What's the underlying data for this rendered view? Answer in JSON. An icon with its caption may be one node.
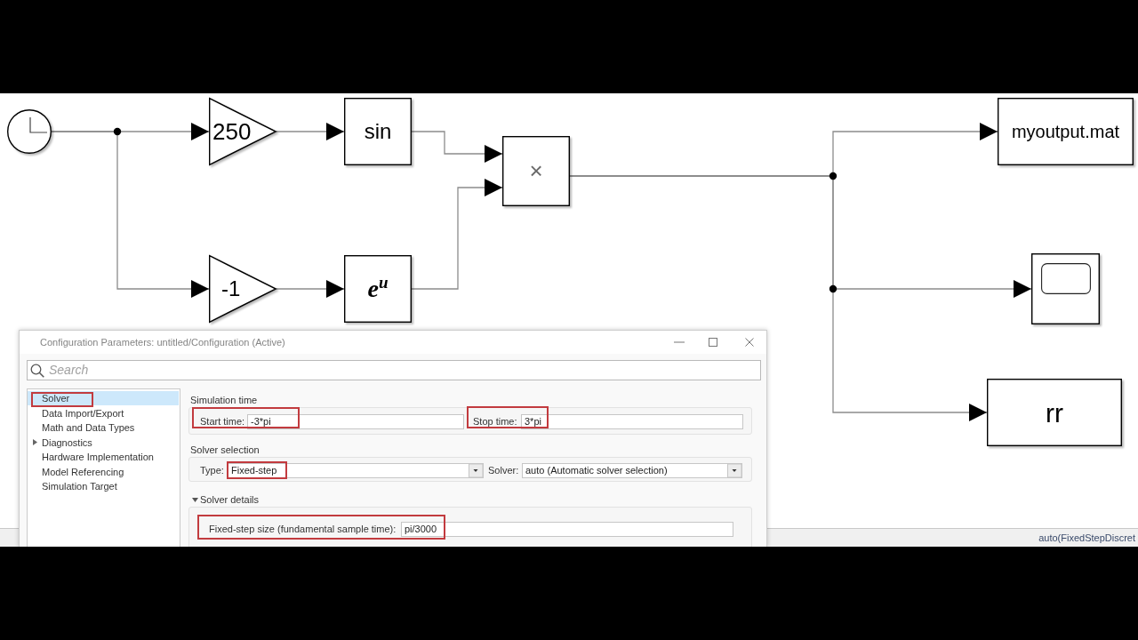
{
  "diagram": {
    "nodes": [
      {
        "text": [],
        "shape": "circle"
      },
      {
        "text": [
          "250"
        ]
      },
      {
        "text": [
          "sin"
        ]
      },
      {
        "text": [
          "-1"
        ]
      },
      {
        "text": [
          "e$^{u}$"
        ]
      },
      {
        "text": [
          "×"
        ]
      },
      {
        "text": [
          "myoutput.mat"
        ]
      },
      {
        "text": [],
        "shape": "box"
      },
      {
        "text": [
          "rr"
        ]
      }
    ],
    "edges": [
      {
        "from": 0,
        "to": 1,
        "arrow": "to"
      },
      {
        "from": 0,
        "to": 3,
        "arrow": "to"
      },
      {
        "from": 1,
        "to": 2,
        "arrow": "to"
      },
      {
        "from": 3,
        "to": 4,
        "arrow": "to"
      },
      {
        "from": 2,
        "to": 5,
        "arrow": "to"
      },
      {
        "from": 4,
        "to": 5,
        "arrow": "to"
      },
      {
        "from": 5,
        "to": 6,
        "arrow": "to"
      },
      {
        "from": 5,
        "to": 7,
        "arrow": "to"
      },
      {
        "from": 5,
        "to": 8,
        "arrow": "to"
      }
    ],
    "labels": [
      "Configuration Parameters: untitled/Configuration (Active)",
      "Search",
      "Solver",
      "Data Import/Export",
      "Math and Data Types",
      "Diagnostics",
      "Hardware Implementation",
      "Model Referencing",
      "Simulation Target",
      "Simulation time",
      "Start time:",
      "-3*pi",
      "Stop time:",
      "3*pi",
      "Solver selection",
      "Type:",
      "Fixed-step",
      "Solver:",
      "auto (Automatic solver selection)",
      "Solver details",
      "Fixed-step size (fundamental sample time):",
      "pi/3000",
      "auto(FixedStepDiscret"
    ]
  }
}
